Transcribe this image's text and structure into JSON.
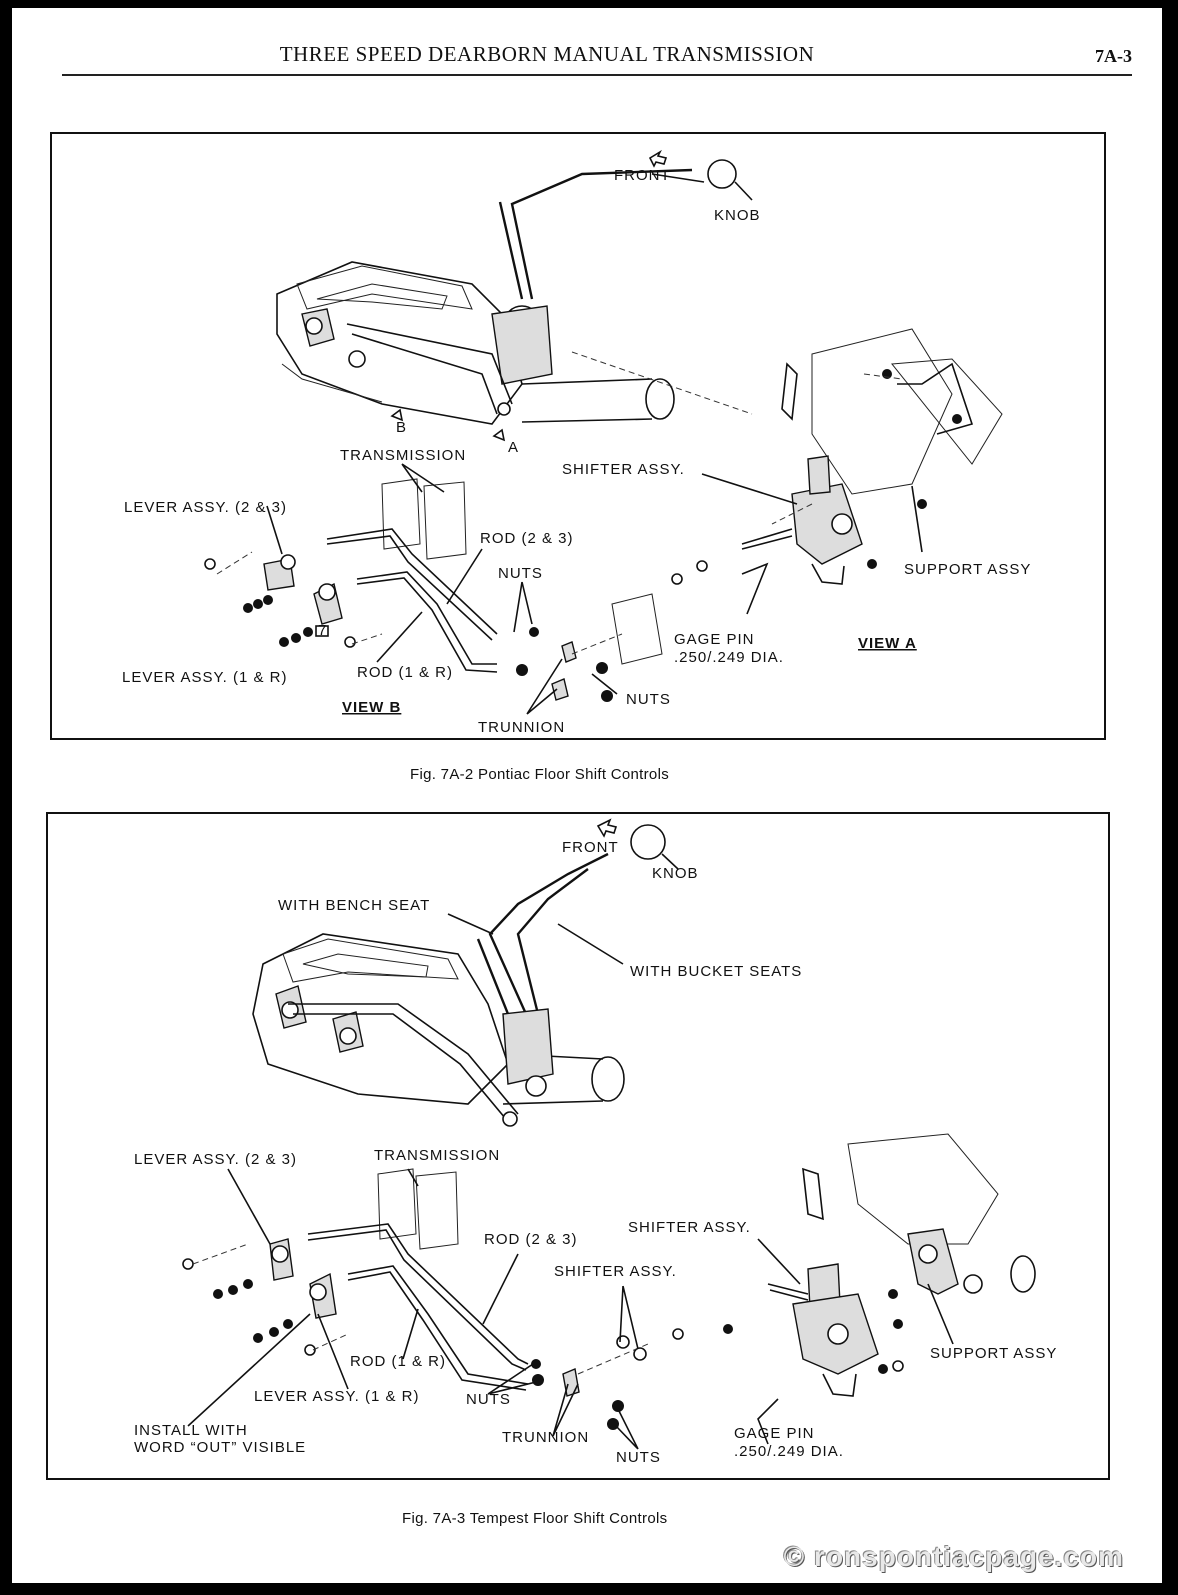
{
  "header": {
    "title": "THREE SPEED DEARBORN MANUAL TRANSMISSION",
    "page_number": "7A-3"
  },
  "figure1": {
    "caption": "Fig. 7A-2   Pontiac Floor Shift Controls",
    "labels": {
      "front": "FRONT",
      "knob": "KNOB",
      "arrow_b": "B",
      "arrow_a": "A",
      "transmission": "TRANSMISSION",
      "shifter_assy": "SHIFTER ASSY.",
      "lever_23": "LEVER ASSY. (2 & 3)",
      "rod_23": "ROD (2 & 3)",
      "nuts_upper": "NUTS",
      "support_assy": "SUPPORT ASSY",
      "gage_pin": "GAGE PIN",
      "gage_dia": ".250/.249 DIA.",
      "view_a": "VIEW A",
      "lever_1r": "LEVER ASSY. (1 & R)",
      "rod_1r": "ROD (1 & R)",
      "nuts_lower": "NUTS",
      "view_b": "VIEW B",
      "trunnion": "TRUNNION",
      "part_marker": "7"
    }
  },
  "figure2": {
    "caption": "Fig. 7A-3   Tempest Floor Shift Controls",
    "labels": {
      "front": "FRONT",
      "knob": "KNOB",
      "bench_seat": "WITH BENCH SEAT",
      "bucket_seats": "WITH BUCKET SEATS",
      "lever_23": "LEVER ASSY. (2 & 3)",
      "transmission": "TRANSMISSION",
      "shifter_assy_upper": "SHIFTER ASSY.",
      "rod_23": "ROD (2 & 3)",
      "shifter_assy_lower": "SHIFTER ASSY.",
      "support_assy": "SUPPORT ASSY",
      "rod_1r": "ROD (1 & R)",
      "lever_1r": "LEVER ASSY. (1 & R)",
      "nuts_left": "NUTS",
      "install_1": "INSTALL WITH",
      "install_2": "WORD “OUT” VISIBLE",
      "trunnion": "TRUNNION",
      "nuts_bottom": "NUTS",
      "gage_pin": "GAGE PIN",
      "gage_dia": ".250/.249 DIA."
    }
  },
  "watermark": "© ronspontiacpage.com"
}
